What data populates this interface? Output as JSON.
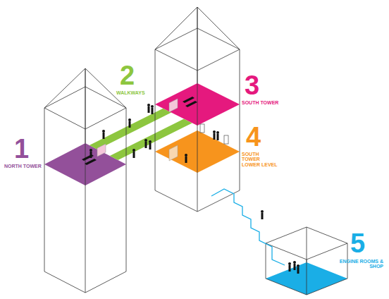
{
  "diagram": {
    "labels": [
      "1",
      "NORTH TOWER",
      "2",
      "WALKWAYS",
      "3",
      "SOUTH TOWER",
      "4",
      "SOUTH TOWER LOWER LEVEL",
      "5",
      "ENGINE ROOMS & SHOP"
    ]
  }
}
